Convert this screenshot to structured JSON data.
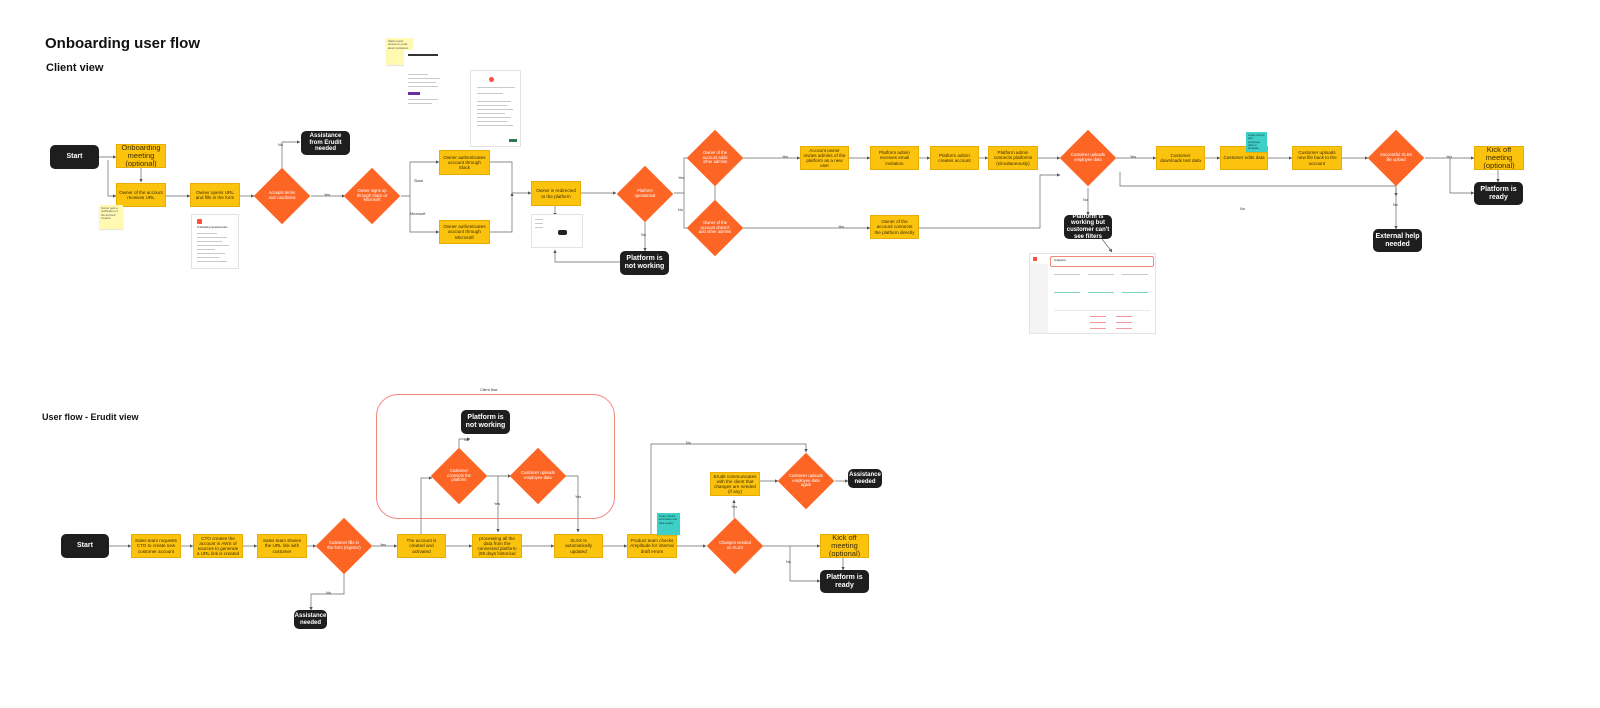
{
  "title": "Onboarding user flow",
  "section_client": "Client view",
  "section_erudit": "User flow - Erudit view",
  "group_label": "Client flow",
  "client": {
    "start": "Start",
    "onboarding_meeting": "Onboarding meeting (optional)",
    "owner_receives_url": "Owner of the account receives URL",
    "opens_url": "Owner opens URL and fills in the form",
    "accepts_terms": "Accepts terms and conditions",
    "assistance": "Assistance from Erudit needed",
    "signs_up": "Owner signs up through Slack or Microsoft",
    "auth_slack": "Owner authenticates account through Slack",
    "auth_ms": "Owner authenticates account through Microsoft",
    "redirected": "Owner is redirected to the platform",
    "platform_operational": "Platform operational",
    "platform_not_working": "Platform is not working",
    "owner_adds_admins": "Owner of the account adds other admins",
    "owner_no_admins": "Owner of the account doesn't add other admins",
    "admin_invites": "Account owner invites admins of the platform as a new user",
    "admin_receives": "Platform admin receives email invitation",
    "admin_creates": "Platform admin creates account",
    "admin_connects": "Platform admin connects platforms (simultaneously)",
    "owner_connects": "Owner of the account connects the platform directly",
    "uploads_data": "Customer uploads employee data",
    "platform_working": "Platform is working but customer can't see filters",
    "downloads_template": "Customer downloads test data",
    "edits_data": "Customer edits data",
    "uploads_new": "Customer uploads new file back to the account",
    "successful": "Successful XLSX file upload",
    "external_help": "External help needed",
    "kick_off": "Kick off meeting (optional)",
    "platform_ready": "Platform is ready",
    "note_yellow_1": "Owner gets a notification of the account creation",
    "note_yellow_2": "Slack needs access to email about invitations",
    "note_teal": "Guide how to edit employee data in template",
    "doc_title": "Onboarding Questionnaire",
    "dash_title": "Analytics"
  },
  "client_labels": {
    "no": "No",
    "yes": "Yes",
    "slack": "Slack",
    "microsoft": "Microsoft"
  },
  "erudit": {
    "start": "Start",
    "sales_requests": "Sales team requests CTO to create new customer account",
    "cto_creates": "CTO creates the account in AWS of sources to generate a URL link is created",
    "sales_shares": "Sales team shares the URL link with customer",
    "customer_fills": "Customer fills in the form (register)",
    "assistance": "Assistance needed",
    "account_activated": "The account is created and activated",
    "connects_platform": "Customer connects the platform",
    "not_working": "Platform is not working",
    "uploads_employee": "Customer uploads employee data",
    "starts_processing": "Erudit starts processing all the data from the connected platform (90 days historical data)",
    "xlsx_updated": "XLSX is automatically updated",
    "product_checks": "Product team checks Amplitude for internal draft errors",
    "changes_needed": "Changes needed on XLSX",
    "communicates": "Erudit communicates with the client that changes are needed (if any)",
    "uploads_again": "Customer uploads employee data again",
    "assistance_2": "Assistance needed",
    "kick_off": "Kick off meeting (optional)",
    "platform_ready": "Platform is ready",
    "note_teal": "Team checks anomalies and data quality",
    "lbl_yes": "Yes",
    "lbl_no": "No"
  }
}
